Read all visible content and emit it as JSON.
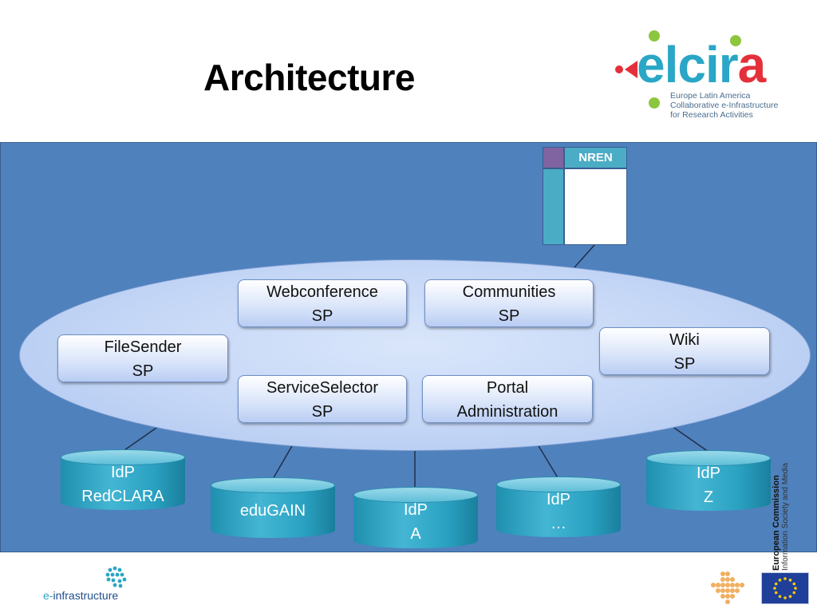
{
  "slide": {
    "title": "Architecture"
  },
  "logo": {
    "word_main": "elcir",
    "word_end": "a",
    "subtitle_lines": [
      "Europe Latin America",
      "Collaborative e-Infrastructure",
      "for Research Activities"
    ]
  },
  "nren": {
    "label": "NREN"
  },
  "services": [
    {
      "line1": "Webconference",
      "line2": "SP"
    },
    {
      "line1": "Communities",
      "line2": "SP"
    },
    {
      "line1": "FileSender",
      "line2": "SP"
    },
    {
      "line1": "Wiki",
      "line2": "SP"
    },
    {
      "line1": "ServiceSelector",
      "line2": "SP"
    },
    {
      "line1": "Portal",
      "line2": "Administration"
    }
  ],
  "identity_providers": [
    {
      "line1": "IdP",
      "line2": "RedCLARA"
    },
    {
      "line1": "eduGAIN",
      "line2": ""
    },
    {
      "line1": "IdP",
      "line2": "A"
    },
    {
      "line1": "IdP",
      "line2": "…"
    },
    {
      "line1": "IdP",
      "line2": "Z"
    }
  ],
  "footer": {
    "einfra_prefix": "e-",
    "einfra_rest": "infrastructure",
    "ec_line1": "European Commission",
    "ec_line2": "Information Society and Media"
  },
  "colors": {
    "panel": "#4f81bd",
    "cylinder": "#4bacc6",
    "nren_purple": "#8064a2",
    "logo_blue": "#2aa6c6",
    "logo_red": "#e4303a",
    "logo_green": "#8cc63f"
  }
}
